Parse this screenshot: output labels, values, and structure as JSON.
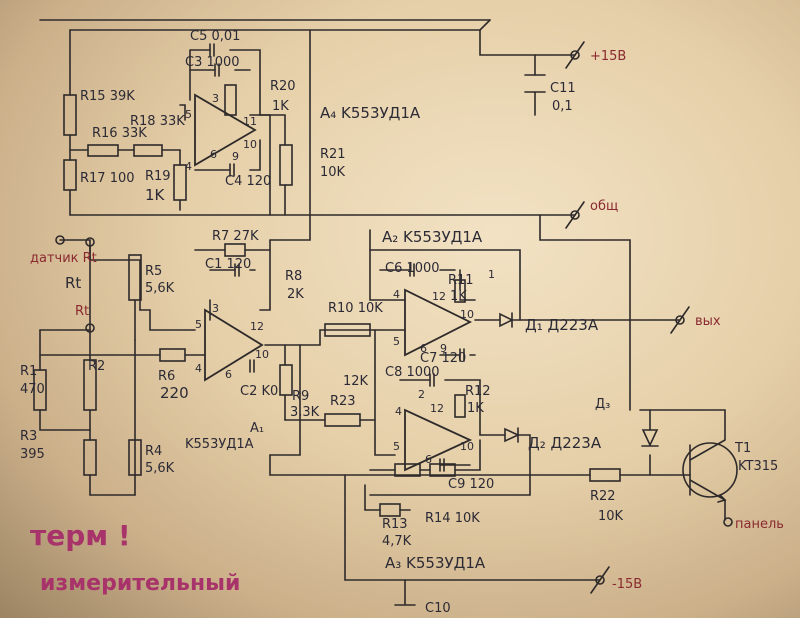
{
  "diagram": {
    "amplifiers": {
      "a4": "A₄ K553УД1A",
      "a2": "A₂ K553УД1A",
      "a1_name": "A₁",
      "a1_type": "K553УД1A",
      "a3": "A₃ K553УД1A"
    },
    "resistors": {
      "r15": "R15 39K",
      "r16": "R16 33K",
      "r18": "R18 33K",
      "r17": "R17 100",
      "r19_name": "R19",
      "r19_value": "1K",
      "r20_name": "R20",
      "r20_value": "1K",
      "r21_name": "R21",
      "r21_value": "10K",
      "r7": "R7 27K",
      "r5_name": "R5",
      "r5_value": "5,6K",
      "r8_name": "R8",
      "r8_value": "2K",
      "r10": "R10 10K",
      "r11_name": "R11",
      "r11_value": "1K",
      "r1_name": "R1",
      "r1_value": "470",
      "r2": "R2",
      "r3_name": "R3",
      "r3_value": "395",
      "r4_name": "R4",
      "r4_value": "5,6K",
      "r6_name": "R6",
      "r6_value": "220",
      "r9_name": "R9",
      "r9_value": "3,3K",
      "r23_value": "12K",
      "r23_name": "R23",
      "r12_name": "R12",
      "r12_value": "1K",
      "r22_name": "R22",
      "r22_value": "10K",
      "r14": "R14 10K",
      "r13_name": "R13",
      "r13_value": "4,7K"
    },
    "capacitors": {
      "c5": "C5 0,01",
      "c3": "C3 1000",
      "c4": "C4 120",
      "c1": "C1 120",
      "c2": "C2 K0",
      "c6": "C6 1000",
      "c7": "C7 120",
      "c8": "C8 1000",
      "c9": "C9 120",
      "c11_name": "C11",
      "c11_value": "0,1",
      "c10": "C10"
    },
    "diodes": {
      "d1": "Д₁ Д223A",
      "d2": "Д₂ Д223A",
      "d3": "Д₃"
    },
    "transistor": {
      "name": "T1",
      "type": "KT315"
    },
    "terminals": {
      "plus15": "+15B",
      "common": "общ",
      "output": "вых",
      "minus15": "-15B",
      "bottom_right": "панель",
      "rt_label": "датчик Rt"
    },
    "sensor": {
      "rt_main": "Rt",
      "rt_small": "Rt"
    },
    "pins": {
      "p3": "3",
      "p4": "4",
      "p5": "5",
      "p6": "6",
      "p9": "9",
      "p10": "10",
      "p11": "11",
      "p12": "12",
      "p2": "2",
      "p1": "1"
    },
    "title_line1": "терм !",
    "title_line2": "измерительный"
  }
}
